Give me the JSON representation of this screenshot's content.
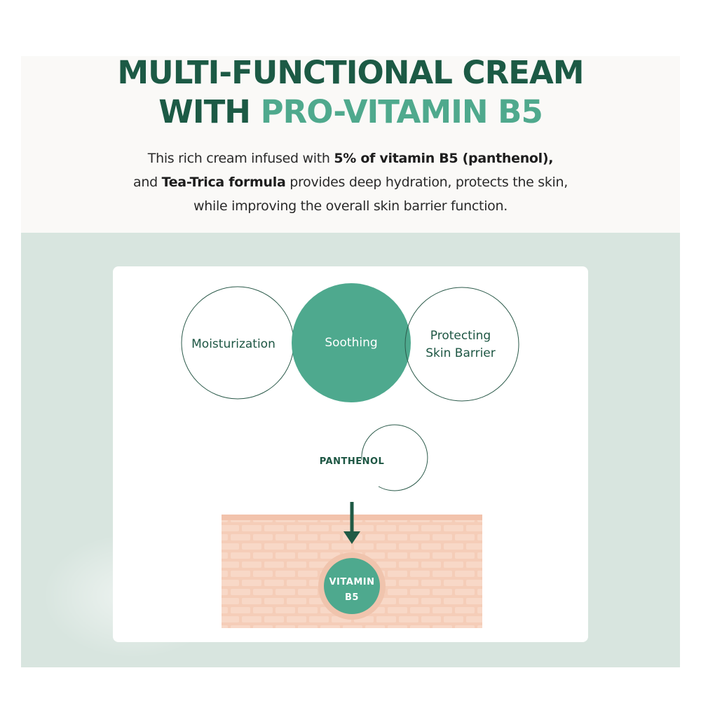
{
  "header": {
    "title_line1": "MULTI-FUNCTIONAL CREAM",
    "title_line2_prefix": "WITH ",
    "title_line2_accent": "PRO-VITAMIN B5"
  },
  "description": {
    "line1_plain": "This rich cream infused with ",
    "line1_bold": "5% of vitamin B5 (panthenol),",
    "line2_prefix": "and ",
    "line2_bold": "Tea-Trica formula",
    "line2_plain": " provides deep hydration, protects the skin,",
    "line3_plain": "while improving the overall skin barrier function."
  },
  "diagram": {
    "benefits": [
      {
        "label": "Moisturization"
      },
      {
        "label": "Soothing"
      },
      {
        "label_line1": "Protecting",
        "label_line2": "Skin Barrier"
      }
    ],
    "ingredient_label": "PANTHENOL",
    "result_line1": "VITAMIN",
    "result_line2": "B5"
  },
  "colors": {
    "title_dark": "#1c5a45",
    "title_accent": "#4fa98d",
    "circle_fill": "#4ea98e",
    "skin": "#f5cdb8",
    "background_mint": "#d8e5df"
  }
}
